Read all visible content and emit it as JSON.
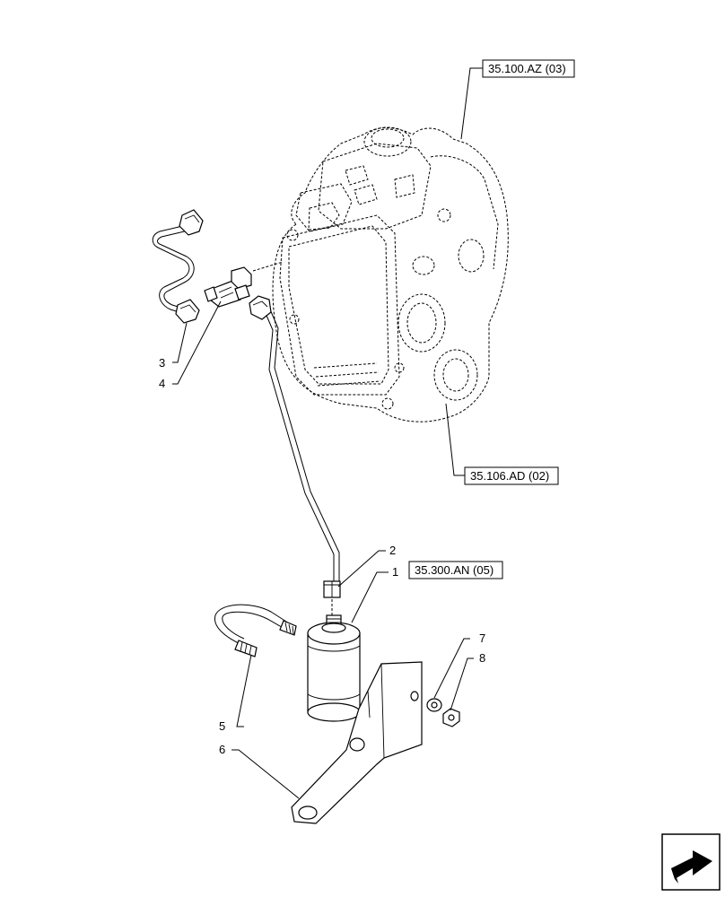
{
  "callouts": {
    "c1": "1",
    "c2": "2",
    "c3": "3",
    "c4": "4",
    "c5": "5",
    "c6": "6",
    "c7": "7",
    "c8": "8"
  },
  "references": {
    "ref_top": "35.100.AZ (03)",
    "ref_mid": "35.106.AD (02)",
    "ref_filter": "35.300.AN (05)"
  },
  "nav_icon": "next-page-arrow-icon"
}
